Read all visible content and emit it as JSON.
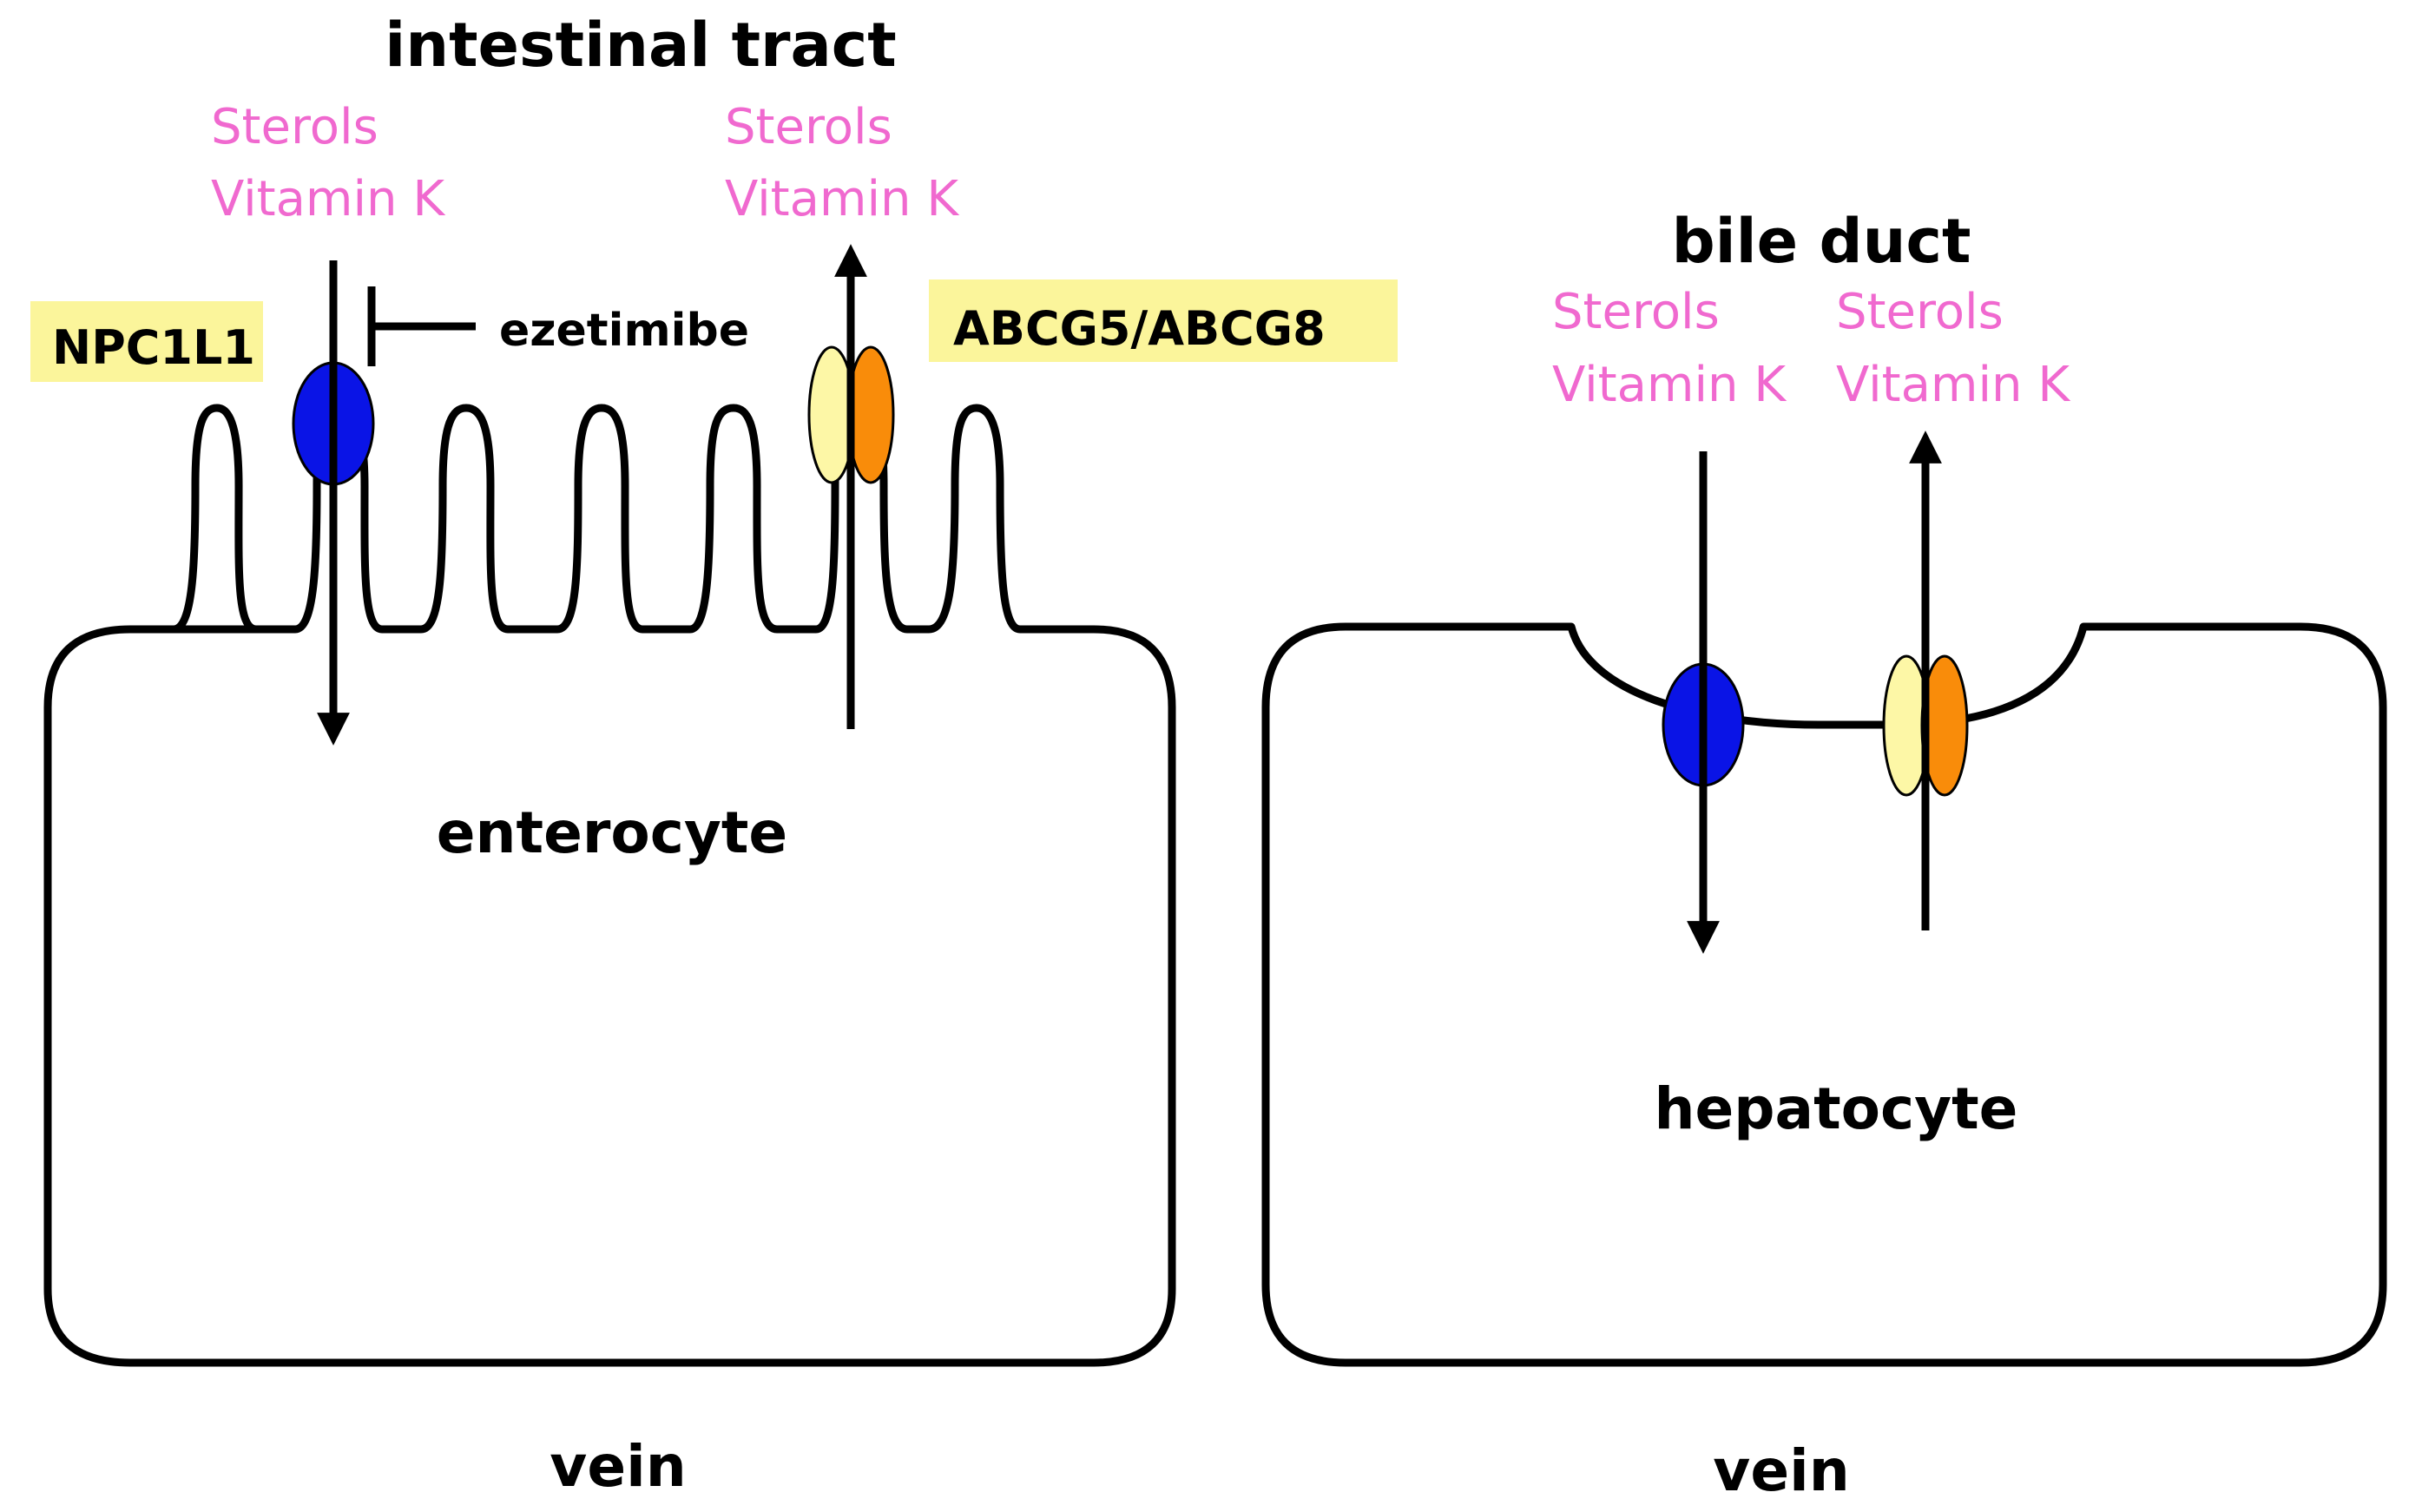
{
  "colors": {
    "substrate_text": "#f069cf",
    "label_highlight": "#fbf59b",
    "npc1l1_fill": "#0a14e6",
    "abcg5_fill": "#fdf7a6",
    "abcg8_fill": "#f98c0a",
    "outline": "#000000"
  },
  "enterocyte_panel": {
    "top_label": "intestinal tract",
    "cell_label": "enterocyte",
    "bottom_label": "vein",
    "transporter_in_label": "NPC1L1",
    "transporter_out_label": "ABCG5/ABCG8",
    "inhibitor_label": "ezetimibe",
    "uptake_substrates": [
      "Sterols",
      "Vitamin K"
    ],
    "efflux_substrates": [
      "Sterols",
      "Vitamin K"
    ]
  },
  "hepatocyte_panel": {
    "top_label": "bile duct",
    "cell_label": "hepatocyte",
    "bottom_label": "vein",
    "uptake_substrates": [
      "Sterols",
      "Vitamin K"
    ],
    "efflux_substrates": [
      "Sterols",
      "Vitamin K"
    ]
  }
}
